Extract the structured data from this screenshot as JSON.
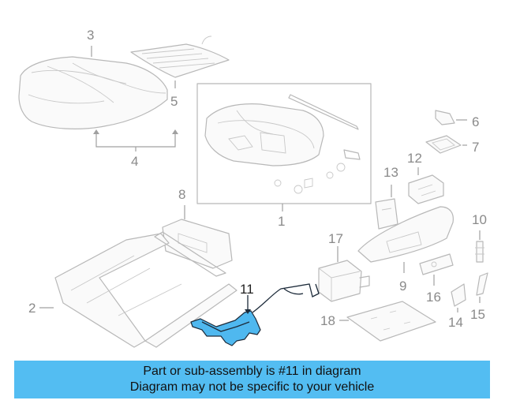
{
  "callouts": {
    "c1": "1",
    "c2": "2",
    "c3": "3",
    "c4": "4",
    "c5": "5",
    "c6": "6",
    "c7": "7",
    "c8": "8",
    "c9": "9",
    "c10": "10",
    "c11": "11",
    "c12": "12",
    "c13": "13",
    "c14": "14",
    "c15": "15",
    "c16": "16",
    "c17": "17",
    "c18": "18"
  },
  "highlighted_part": "11",
  "highlight_color": "#4fb8ef",
  "banner": {
    "line1": "Part or sub-assembly is #11 in diagram",
    "line2": "Diagram may not be specific to your vehicle"
  }
}
